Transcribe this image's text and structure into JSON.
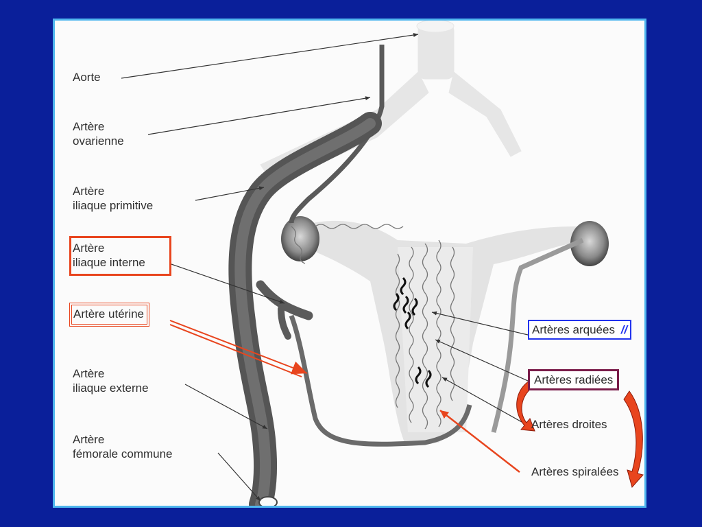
{
  "labels": {
    "aorte": "Aorte",
    "ovarienne": [
      "Artère",
      "ovarienne"
    ],
    "iliaque_primitive": [
      "Artère",
      "iliaque primitive"
    ],
    "iliaque_interne": [
      "Artère",
      "iliaque interne"
    ],
    "uterine": "Artère utérine",
    "iliaque_externe": [
      "Artère",
      "iliaque externe"
    ],
    "femorale": [
      "Artère",
      "fémorale commune"
    ],
    "arquees": "Artères arquées",
    "arquees_mark": "//",
    "radiees": "Artères radiées",
    "droites": "Artères droites",
    "spiralees": "Artères spiralées"
  },
  "colors": {
    "background": "#0a1f9a",
    "frame": "#4fb6ee",
    "highlight_red": "#e8451e",
    "highlight_blue": "#2233ee",
    "highlight_maroon": "#7a1c4a"
  }
}
